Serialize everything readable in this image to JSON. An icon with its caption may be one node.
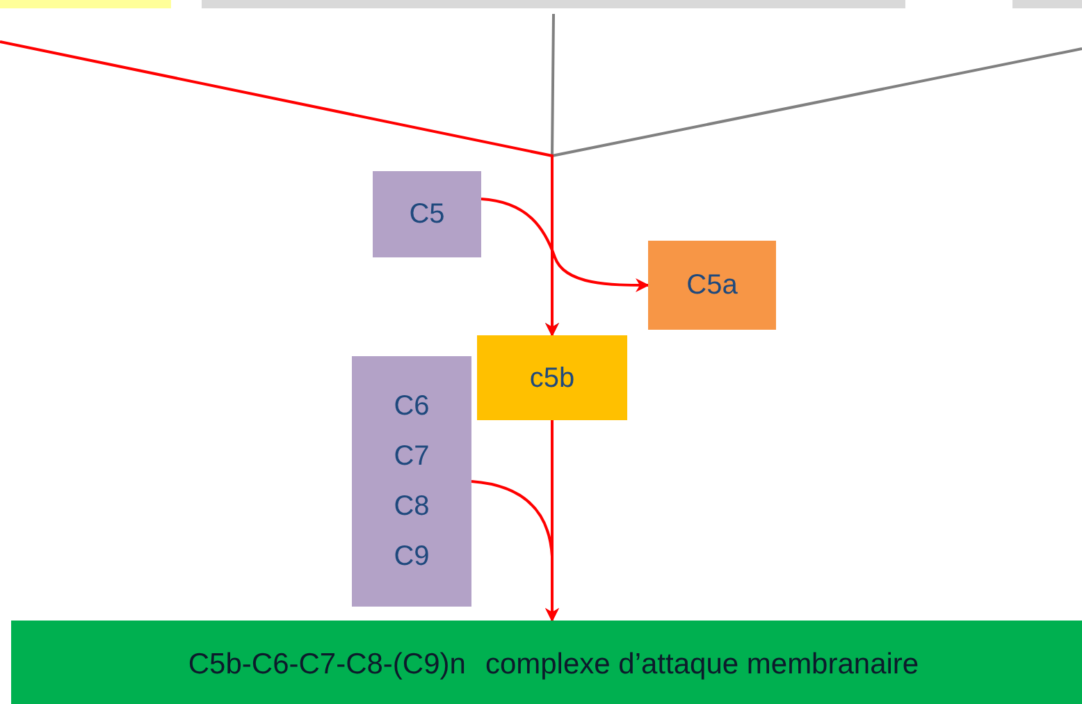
{
  "diagram": {
    "nodes": [
      {
        "text": [],
        "shape": "bar"
      },
      {
        "text": [],
        "shape": "bar"
      },
      {
        "text": [],
        "shape": "bar"
      },
      {
        "text": [
          "C5"
        ]
      },
      {
        "text": [
          "C5a"
        ]
      },
      {
        "text": [
          "c5b"
        ]
      },
      {
        "text": [
          "C6",
          "C7",
          "C8",
          "C9"
        ]
      },
      {
        "text": [
          "C5b-C6-C7-C8-(C9)n",
          "complexe d’attaque membranaire"
        ]
      }
    ],
    "edges": [
      {
        "from": null,
        "to": 5,
        "arrow": "to"
      },
      {
        "from": 1,
        "to": 5,
        "arrow": "to",
        "color": "#808080"
      },
      {
        "from": null,
        "to": 5,
        "arrow": "to",
        "color": "#808080"
      },
      {
        "from": 3,
        "to": 4,
        "arrow": "to"
      },
      {
        "from": 5,
        "to": 7,
        "arrow": "to"
      },
      {
        "from": 6,
        "to": 7,
        "arrow": "to"
      }
    ]
  }
}
